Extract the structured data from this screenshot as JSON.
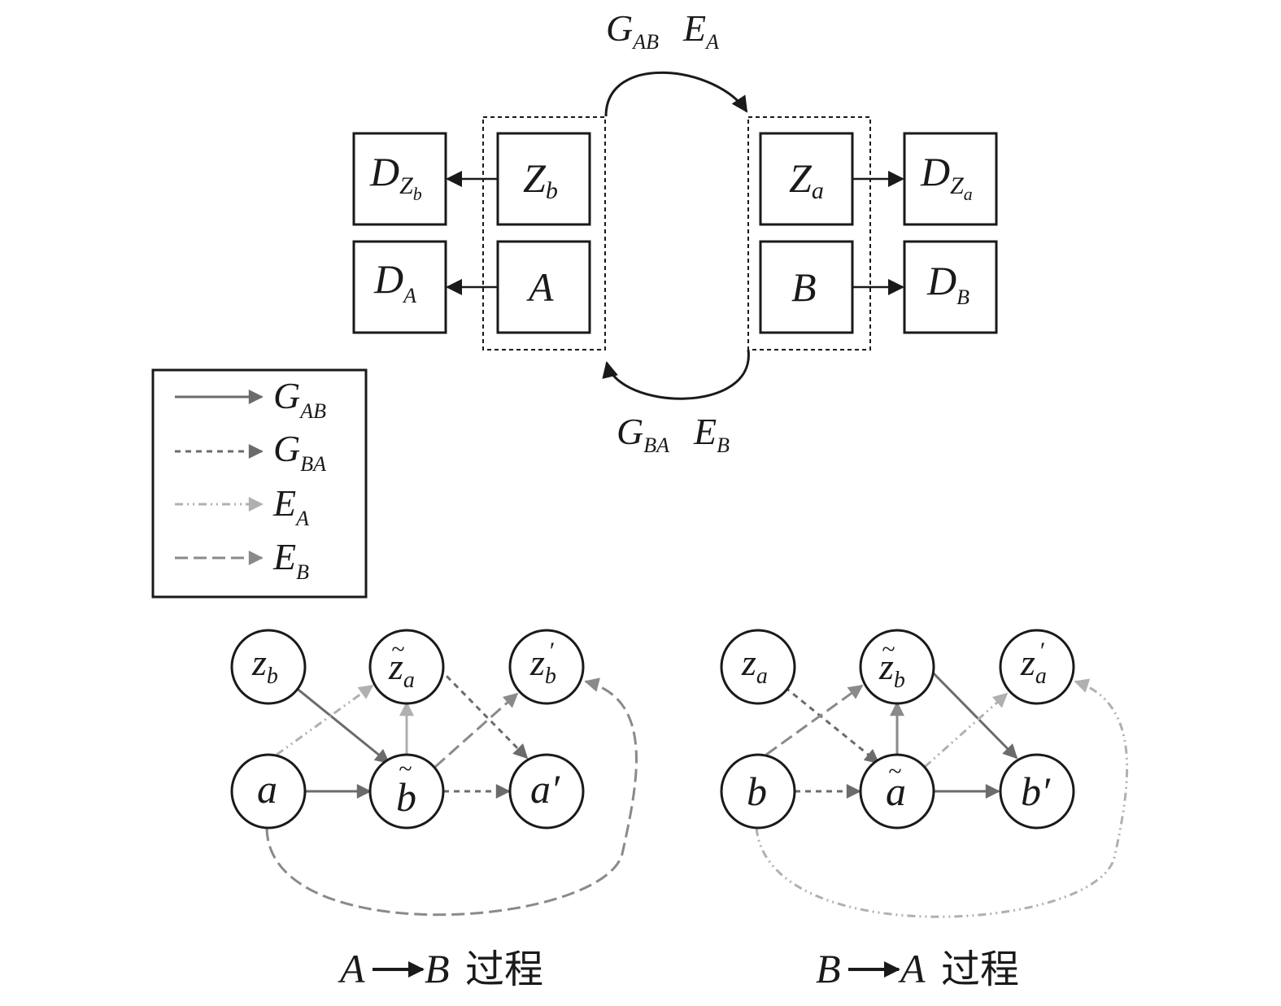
{
  "top": {
    "arc_top_label": {
      "g": "G",
      "g_sub": "AB",
      "e": "E",
      "e_sub": "A"
    },
    "arc_bottom_label": {
      "g": "G",
      "g_sub": "BA",
      "e": "E",
      "e_sub": "B"
    },
    "boxes": {
      "d_zb": {
        "main": "D",
        "sub": "Z",
        "subsub": "b"
      },
      "zb": {
        "main": "Z",
        "sub": "b"
      },
      "d_a": {
        "main": "D",
        "sub": "A"
      },
      "a": {
        "main": "A"
      },
      "za": {
        "main": "Z",
        "sub": "a"
      },
      "d_za": {
        "main": "D",
        "sub": "Z",
        "subsub": "a"
      },
      "b": {
        "main": "B"
      },
      "d_b": {
        "main": "D",
        "sub": "B"
      }
    }
  },
  "legend": {
    "items": [
      {
        "main": "G",
        "sub": "AB",
        "style": "solid",
        "color": "#6b6b6b"
      },
      {
        "main": "G",
        "sub": "BA",
        "style": "short-dash",
        "color": "#6b6b6b"
      },
      {
        "main": "E",
        "sub": "A",
        "style": "dash-dot-dot",
        "color": "#b0b0b0"
      },
      {
        "main": "E",
        "sub": "B",
        "style": "long-dash",
        "color": "#8a8a8a"
      }
    ]
  },
  "graphs": {
    "left": {
      "nodes": {
        "zb": "z",
        "zb_sub": "b",
        "za_tilde": "z",
        "za_tilde_sub": "a",
        "zb_prime": "z",
        "zb_prime_sub": "b",
        "a": "a",
        "b_tilde": "b",
        "a_prime": "a"
      },
      "caption": {
        "from": "A",
        "to": "B",
        "text": "过程"
      }
    },
    "right": {
      "nodes": {
        "za": "z",
        "za_sub": "a",
        "zb_tilde": "z",
        "zb_tilde_sub": "b",
        "za_prime": "z",
        "za_prime_sub": "a",
        "b": "b",
        "a_tilde": "a",
        "b_prime": "b"
      },
      "caption": {
        "from": "B",
        "to": "A",
        "text": "过程"
      }
    }
  },
  "colors": {
    "g_ab": "#6b6b6b",
    "g_ba": "#6b6b6b",
    "e_a": "#b0b0b0",
    "e_b": "#8a8a8a",
    "ink": "#1a1a1a"
  }
}
